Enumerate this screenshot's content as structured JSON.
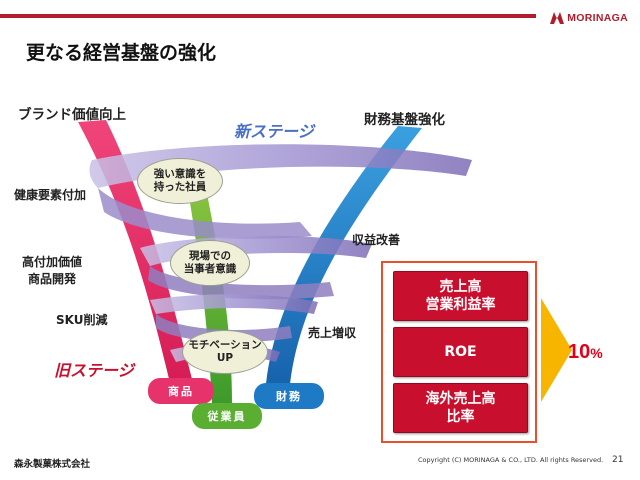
{
  "header": {
    "company_logo_text": "MORINAGA"
  },
  "page_title": "更なる経営基盤の強化",
  "labels": {
    "brand": "ブランド価値向上",
    "finance_base": "財務基盤強化",
    "health": "健康要素付加",
    "high_value_line1": "高付加価値",
    "high_value_line2": "商品開発",
    "sku": "SKU削減",
    "profit_improve": "収益改善",
    "sales_up": "売上増収"
  },
  "stages": {
    "new_stage": "新ステージ",
    "old_stage": "旧ステージ"
  },
  "bubbles": {
    "b1": "強い意識を\n持った社員",
    "b2": "現場での\n当事者意識",
    "b3": "モチベーション\nUP"
  },
  "pillars": {
    "products": "商品",
    "employees": "従業員",
    "finance": "財務"
  },
  "goals": [
    "売上高\n営業利益率",
    "ROE",
    "海外売上高\n比率"
  ],
  "target": {
    "value": "10",
    "unit": "%"
  },
  "footer": {
    "company": "森永製菓株式会社",
    "copyright": "Copyright (C) MORINAGA & CO., LTD. All rights Reserved.",
    "page": "21"
  },
  "colors": {
    "brand_red": "#b01e2b",
    "products_pink": "#e6336b",
    "employees_green": "#5aae32",
    "finance_blue": "#1f7ac6",
    "spiral_purple": "#8f7fc0",
    "goal_red": "#c8102e",
    "arrow_yellow": "#f7b500",
    "target_red": "#e1001a"
  },
  "icons": {
    "logo": "morinaga-angel-logo-icon",
    "arrow": "chevron-right-arrow-icon"
  }
}
